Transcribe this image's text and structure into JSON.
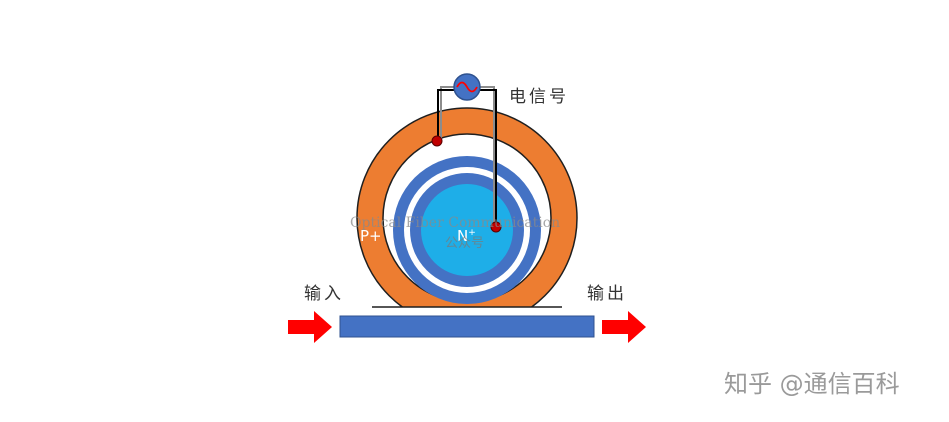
{
  "labels": {
    "electrical_signal": "电信号",
    "input": "输入",
    "output": "输出",
    "p_region": "P+",
    "n_region": "N",
    "n_superscript": "+",
    "watermark_en": "Optical Fiber Communication",
    "watermark_cn": "公众号",
    "brand": "知乎 @通信百科"
  },
  "icons": {
    "ac_source": "ac-source-icon",
    "input_arrow": "arrow-right-icon",
    "output_arrow": "arrow-right-icon"
  },
  "colors": {
    "outer_ring": "#ED7D31",
    "blue_ring": "#4472C4",
    "core": "#1EAEE8",
    "waveguide": "#4472C4",
    "arrow": "#FF0000",
    "electrode": "#C00000",
    "wire": "#000000",
    "wire_light": "#8C8C8C",
    "text": "#333333",
    "brand_text": "#9A9A9A"
  }
}
